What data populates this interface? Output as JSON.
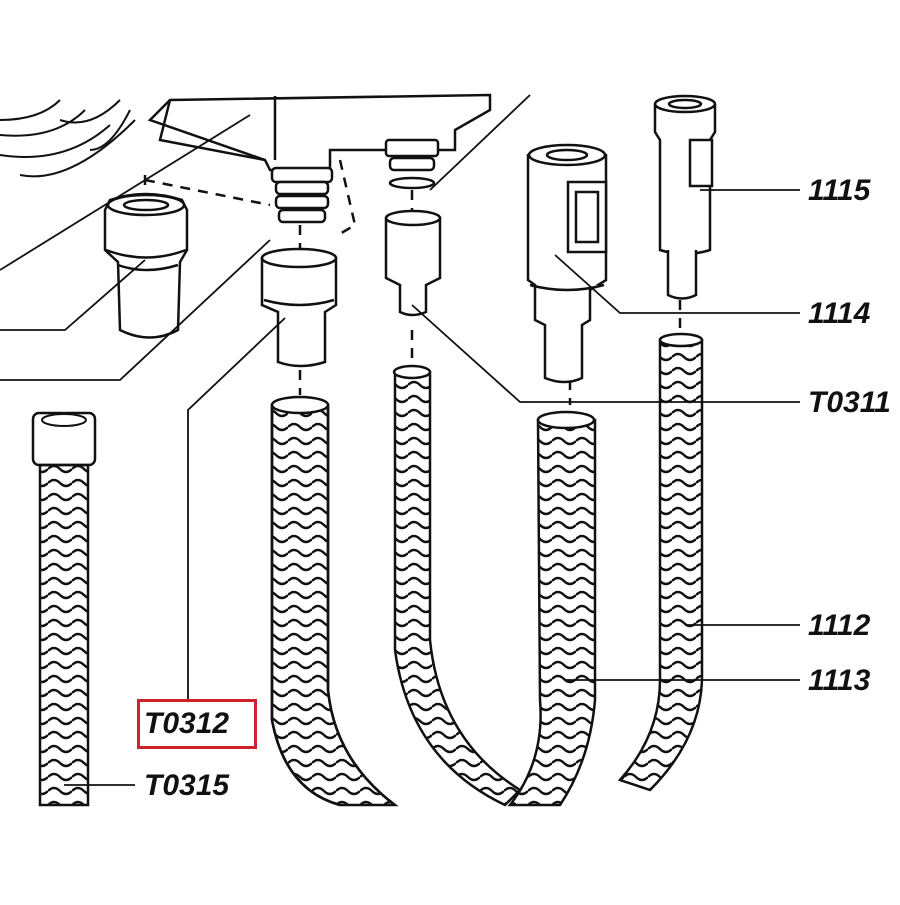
{
  "labels": {
    "l1115": "1115",
    "l1114": "1114",
    "lT0311": "T0311",
    "l1112": "1112",
    "l1113": "1113",
    "lT0312": "T0312",
    "lT0315": "T0315"
  },
  "colors": {
    "ink": "#111111",
    "highlight": "#d0202a",
    "background": "#ffffff"
  }
}
